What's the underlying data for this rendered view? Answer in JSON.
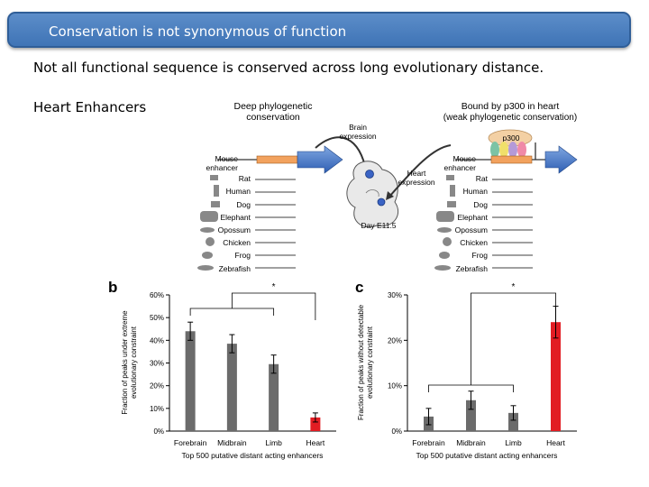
{
  "banner": {
    "title": "Conservation is not synonymous of function"
  },
  "subtitle": "Not all functional sequence is conserved across long evolutionary distance.",
  "section_label": "Heart Enhancers",
  "figure_a": {
    "left_title_1": "Deep phylogenetic",
    "left_title_2": "conservation",
    "right_title_1": "Bound by p300 in heart",
    "right_title_2": "(weak phylogenetic conservation)",
    "brain_1": "Brain",
    "brain_2": "expression",
    "heart_1": "Heart",
    "heart_2": "expression",
    "day": "Day E11.5",
    "p300": "p300",
    "enhancer_1": "Mouse",
    "enhancer_2": "enhancer",
    "species": [
      "Rat",
      "Human",
      "Dog",
      "Elephant",
      "Opossum",
      "Chicken",
      "Frog",
      "Zebrafish"
    ]
  },
  "chart_data": [
    {
      "type": "bar",
      "panel_label": "b",
      "categories": [
        "Forebrain",
        "Midbrain",
        "Limb",
        "Heart"
      ],
      "values": [
        44,
        38.5,
        29.5,
        6
      ],
      "errors": [
        4,
        4,
        4,
        2
      ],
      "bar_colors": [
        "#6b6b6b",
        "#6b6b6b",
        "#6b6b6b",
        "#e21d23"
      ],
      "yticks": [
        "60%",
        "50%",
        "40%",
        "30%",
        "20%",
        "10%",
        "0%"
      ],
      "ylim": [
        0,
        60
      ],
      "ylabel_1": "Fraction of peaks under extreme",
      "ylabel_2": "evolutionary constraint",
      "xlabel": "Top 500 putative distant acting enhancers",
      "significance": "*"
    },
    {
      "type": "bar",
      "panel_label": "c",
      "categories": [
        "Forebrain",
        "Midbrain",
        "Limb",
        "Heart"
      ],
      "values": [
        3.2,
        6.8,
        4,
        24
      ],
      "errors": [
        1.8,
        2,
        1.6,
        3.5
      ],
      "bar_colors": [
        "#6b6b6b",
        "#6b6b6b",
        "#6b6b6b",
        "#e21d23"
      ],
      "yticks": [
        "30%",
        "20%",
        "10%",
        "0%"
      ],
      "ylim": [
        0,
        30
      ],
      "ylabel_1": "Fraction of peaks without detectable",
      "ylabel_2": "evolutionary constraint",
      "xlabel": "Top 500 putative distant acting enhancers",
      "significance": "*"
    }
  ]
}
